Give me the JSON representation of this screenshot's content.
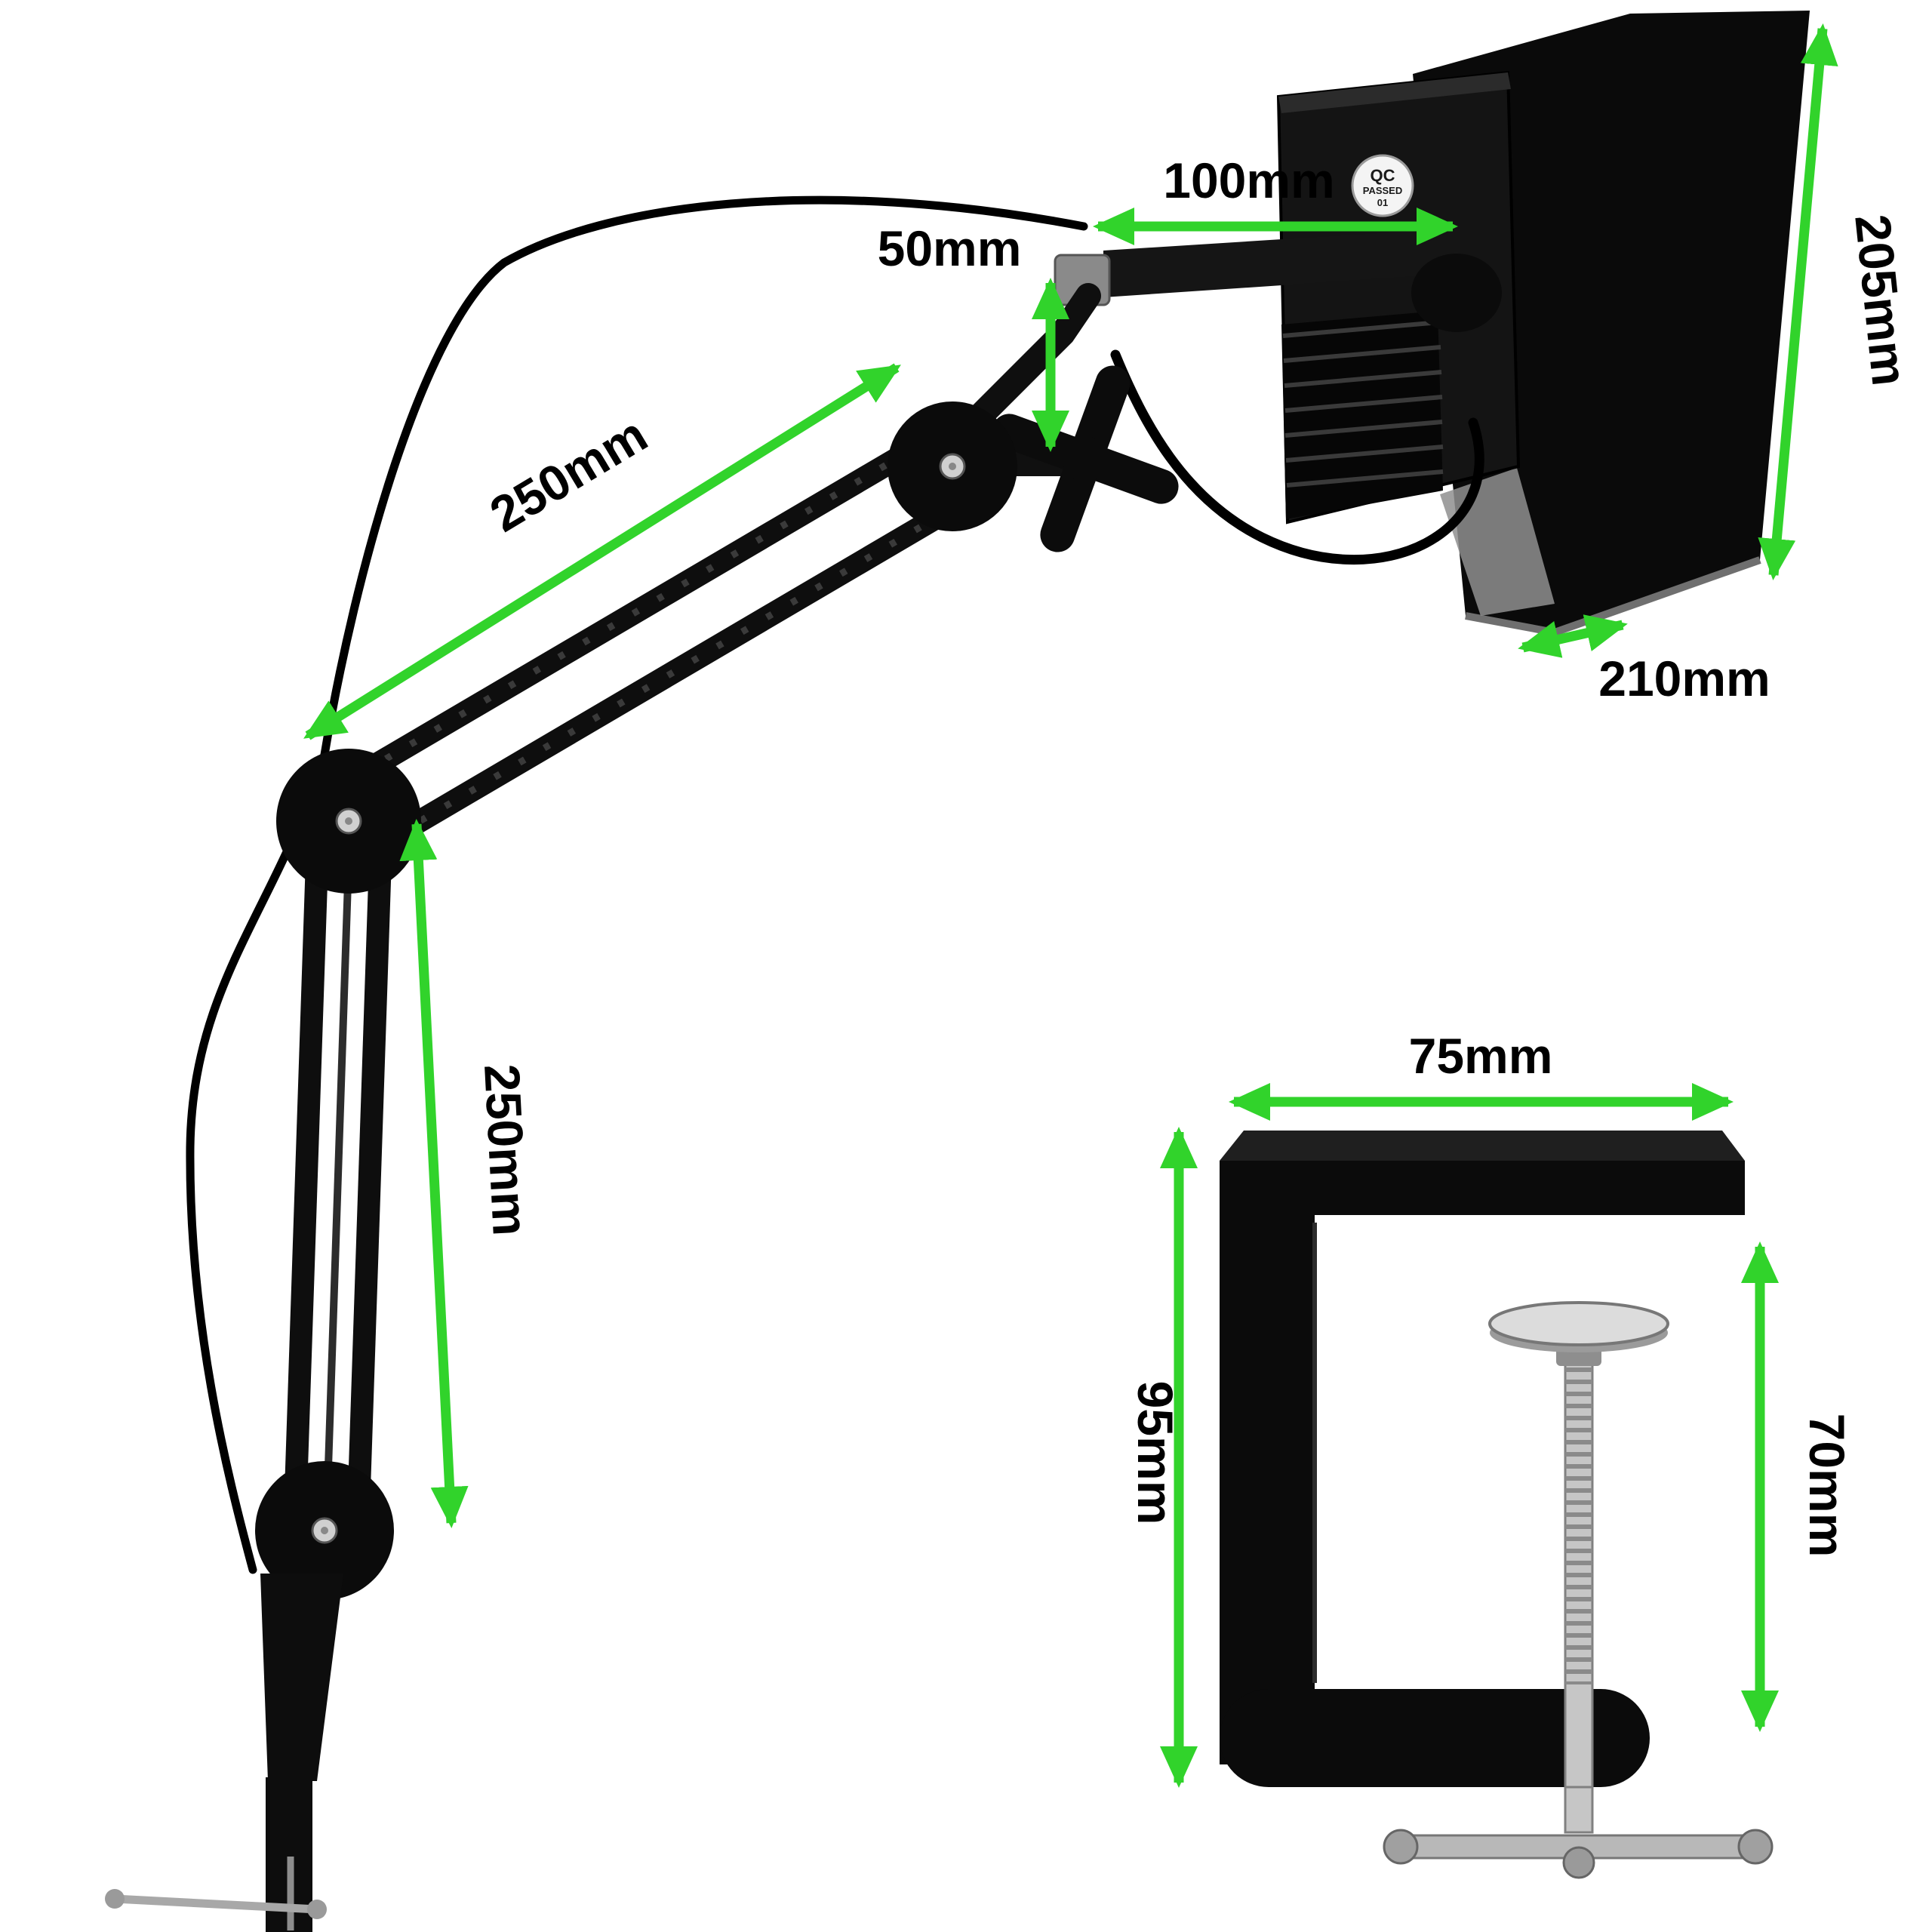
{
  "diagram": {
    "dimensions": {
      "head_width": "100mm",
      "bracket_height": "50mm",
      "head_height": "205mm",
      "head_depth": "210mm",
      "upper_arm_length": "250mm",
      "lower_arm_length": "250mm",
      "clamp_width": "75mm",
      "clamp_height": "95mm",
      "clamp_opening": "70mm"
    },
    "sticker": {
      "line1": "QC",
      "line2": "PASSED",
      "line3": "01"
    },
    "colors": {
      "arrow_green": "#31d32b",
      "product_black": "#0b0b0b",
      "background": "#ffffff"
    }
  }
}
